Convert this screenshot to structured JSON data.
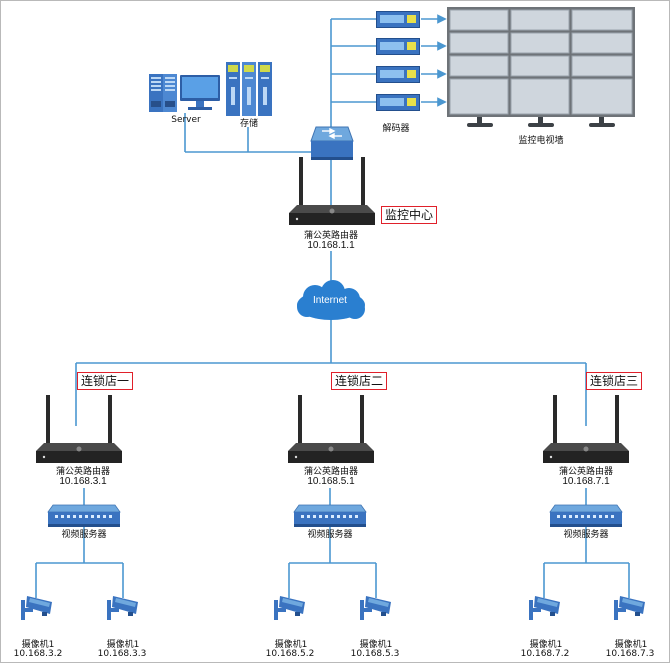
{
  "center": {
    "server_label": "Server",
    "storage_label": "存储",
    "decoder_label": "解码器",
    "videowall_label": "监控电视墙",
    "router_label": "蒲公英路由器",
    "router_ip": "10.168.1.1",
    "tag": "监控中心"
  },
  "internet_label": "Internet",
  "branches": [
    {
      "tag": "连锁店一",
      "router_label": "蒲公英路由器",
      "router_ip": "10.168.3.1",
      "video_server_label": "视频服务器",
      "cameras": [
        {
          "label": "摄像机1",
          "ip": "10.168.3.2"
        },
        {
          "label": "摄像机1",
          "ip": "10.168.3.3"
        }
      ]
    },
    {
      "tag": "连锁店二",
      "router_label": "蒲公英路由器",
      "router_ip": "10.168.5.1",
      "video_server_label": "视频服务器",
      "cameras": [
        {
          "label": "摄像机1",
          "ip": "10.168.5.2"
        },
        {
          "label": "摄像机1",
          "ip": "10.168.5.3"
        }
      ]
    },
    {
      "tag": "连锁店三",
      "router_label": "蒲公英路由器",
      "router_ip": "10.168.7.1",
      "video_server_label": "视频服务器",
      "cameras": [
        {
          "label": "摄像机1",
          "ip": "10.168.7.2"
        },
        {
          "label": "摄像机1",
          "ip": "10.168.7.3"
        }
      ]
    }
  ],
  "colors": {
    "wire": "#4b97d0",
    "device_blue": "#3a73c0",
    "router_body": "#2f2f2f",
    "cloud": "#2a7fd0",
    "tag_border": "#e0202a"
  }
}
